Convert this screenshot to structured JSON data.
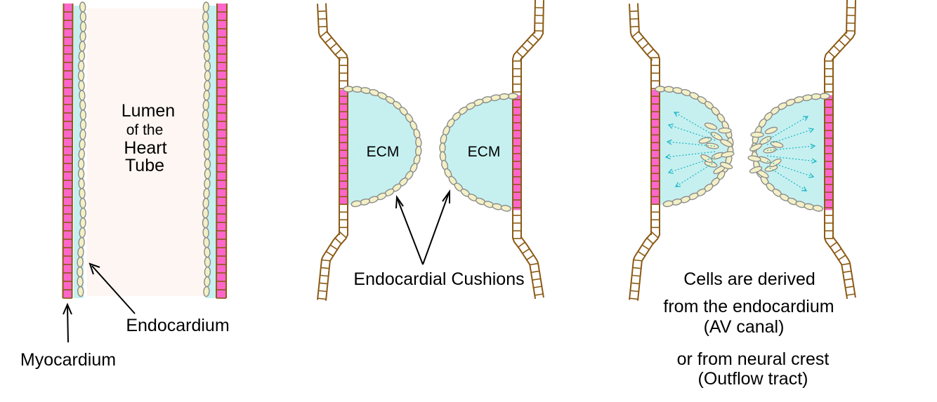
{
  "panel1": {
    "lumen_lines": [
      "Lumen",
      "of the",
      "Heart",
      "Tube"
    ],
    "endocardium_label": "Endocardium",
    "myocardium_label": "Myocardium"
  },
  "panel2": {
    "ecm_left": "ECM",
    "ecm_right": "ECM",
    "cushions_label": "Endocardial Cushions"
  },
  "panel3": {
    "caption_lines": [
      "Cells are derived",
      "from the endocardium",
      "(AV canal)",
      "or from neural crest",
      "(Outflow tract)"
    ]
  },
  "colors": {
    "myocardium": "#ff66cc",
    "wall_outline": "#8b5a14",
    "ecm": "#c6f0f0",
    "lumen": "#fdf6f2",
    "endocardial_cell": "#f3f0c6",
    "cell_outline": "#8a8a8a",
    "migration_arrow": "#22b8c8"
  }
}
